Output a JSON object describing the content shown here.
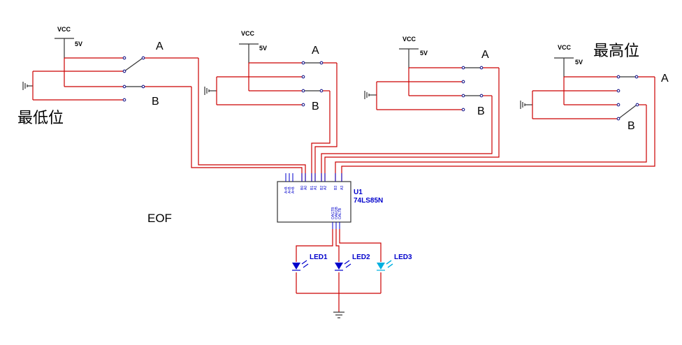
{
  "switch_labels": {
    "a": "A",
    "b": "B"
  },
  "vcc": {
    "name": "VCC",
    "voltage": "5V"
  },
  "bit_labels": {
    "lowest": "最低位",
    "highest": "最高位"
  },
  "ic": {
    "ref": "U1",
    "part": "74LS85N",
    "top_pins": [
      "A>B",
      "A<B",
      "A=B",
      "B0",
      "A0",
      "B1",
      "A1",
      "B2",
      "A2",
      "B3",
      "A3"
    ],
    "bottom_pins": [
      "OAGTB",
      "OAEQB",
      "OALTB"
    ]
  },
  "leds": [
    "LED1",
    "LED2",
    "LED3"
  ],
  "colors": {
    "wire": "#cc0000",
    "component": "#0000cc",
    "led_off": "#0000cc",
    "led_on": "#00b0e0"
  },
  "note": "EOF"
}
